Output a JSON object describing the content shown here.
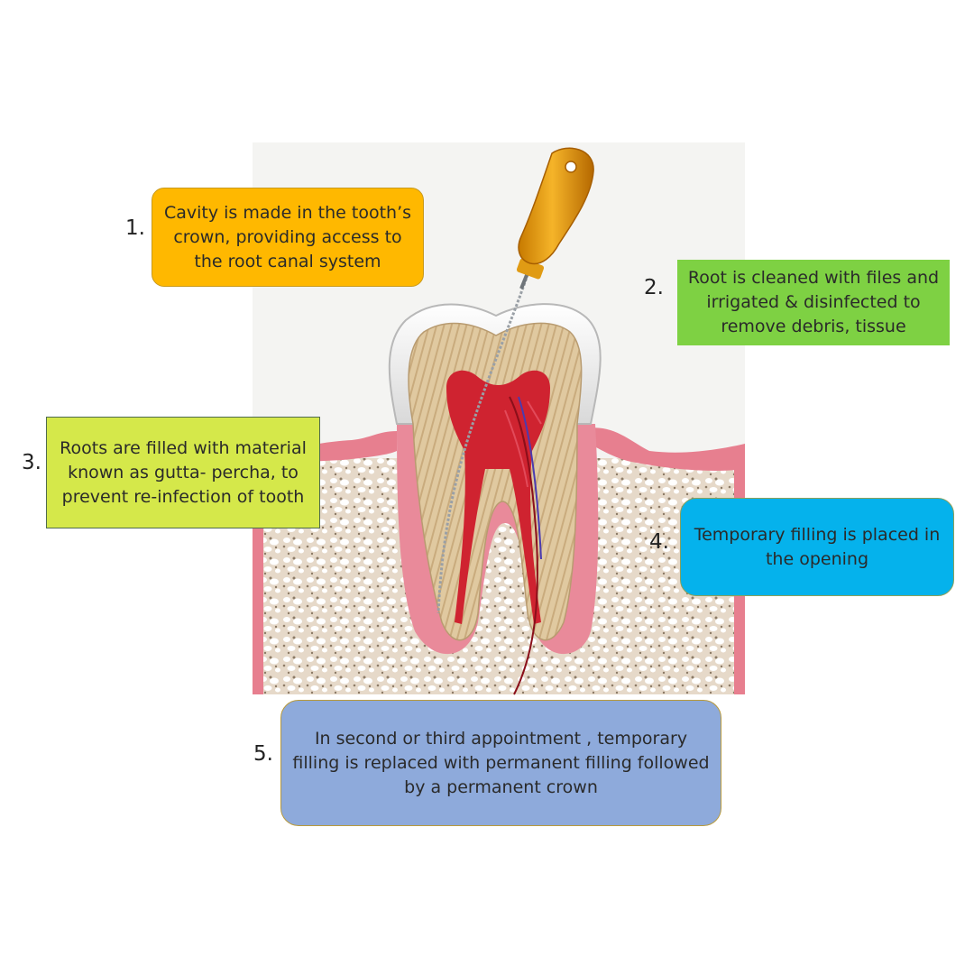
{
  "steps": [
    {
      "number": "1.",
      "text": "Cavity is made in the tooth’s crown, providing access to the root canal system",
      "color": "#ffb800"
    },
    {
      "number": "2.",
      "text": "Root is cleaned with files and irrigated & disinfected to remove debris, tissue",
      "color": "#7ed143"
    },
    {
      "number": "3.",
      "text": "Roots are filled with material known as gutta- percha, to prevent re-infection of tooth",
      "color": "#d5e84a"
    },
    {
      "number": "4.",
      "text": "Temporary filling is placed in the opening",
      "color": "#05b2ec"
    },
    {
      "number": "5.",
      "text": "In second or third appointment , temporary filling is replaced with permanent filling followed by a permanent crown",
      "color": "#8eaadb"
    }
  ],
  "illustration": {
    "subject": "tooth cross-section with endodontic file",
    "icons": [
      "tooth-icon",
      "endodontic-file-icon",
      "gum-icon",
      "bone-icon",
      "pulp-icon",
      "nerve-icon"
    ]
  }
}
